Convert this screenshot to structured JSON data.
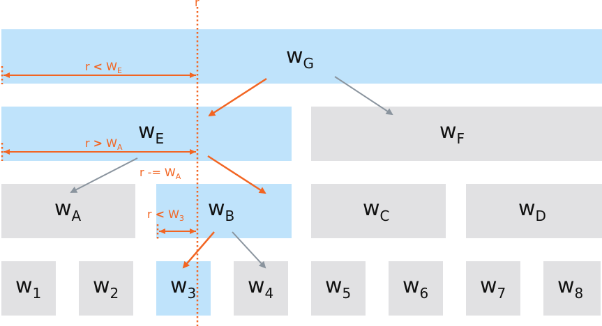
{
  "colors": {
    "highlight": "#bfe3fb",
    "node": "#e1e1e3",
    "accent": "#f26522",
    "gray_arrow": "#8a949e",
    "text": "#111111"
  },
  "nodes": {
    "G": {
      "base": "w",
      "sub": "G"
    },
    "E": {
      "base": "w",
      "sub": "E"
    },
    "F": {
      "base": "w",
      "sub": "F"
    },
    "A": {
      "base": "w",
      "sub": "A"
    },
    "B": {
      "base": "w",
      "sub": "B"
    },
    "C": {
      "base": "w",
      "sub": "C"
    },
    "D": {
      "base": "w",
      "sub": "D"
    },
    "L1": {
      "base": "w",
      "sub": "1"
    },
    "L2": {
      "base": "w",
      "sub": "2"
    },
    "L3": {
      "base": "w",
      "sub": "3"
    },
    "L4": {
      "base": "w",
      "sub": "4"
    },
    "L5": {
      "base": "w",
      "sub": "5"
    },
    "L6": {
      "base": "w",
      "sub": "6"
    },
    "L7": {
      "base": "w",
      "sub": "7"
    },
    "L8": {
      "base": "w",
      "sub": "8"
    }
  },
  "threshold_label": "r",
  "annotations": {
    "cmp_E": {
      "left": "r ",
      "rel": "<",
      "right": " W",
      "sub": "E"
    },
    "cmp_A": {
      "left": "r ",
      "rel": ">",
      "right": " W",
      "sub": "A"
    },
    "sub_A": {
      "left": "r -= W",
      "sub": "A"
    },
    "cmp_3": {
      "left": "r ",
      "rel": "<",
      "right": " W",
      "sub": "3"
    }
  }
}
